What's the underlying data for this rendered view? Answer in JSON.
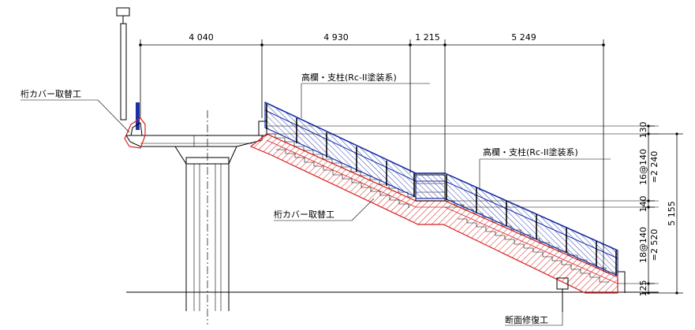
{
  "dimensions_top": [
    "4 040",
    "4 930",
    "1 215",
    "5 249"
  ],
  "dimensions_right": {
    "top_tread": "130",
    "upper_flight_1": "16@140",
    "upper_flight_2": "=2 240",
    "landing": "140",
    "lower_flight_1": "18@140",
    "lower_flight_2": "=2 520",
    "bottom": "125",
    "total": "5 155"
  },
  "labels": {
    "girder_cover_left": "桁カバー取替工",
    "handrail_upper": "高欄・支柱(Rc-II塗装系)",
    "handrail_lower": "高欄・支柱(Rc-II塗装系)",
    "girder_cover_mid": "桁カバー取替工",
    "section_repair": "断面修復工"
  },
  "colors": {
    "handrail_blue": "#1a2fa8",
    "girder_cover_red": "#d81e1e",
    "line": "#000000"
  }
}
